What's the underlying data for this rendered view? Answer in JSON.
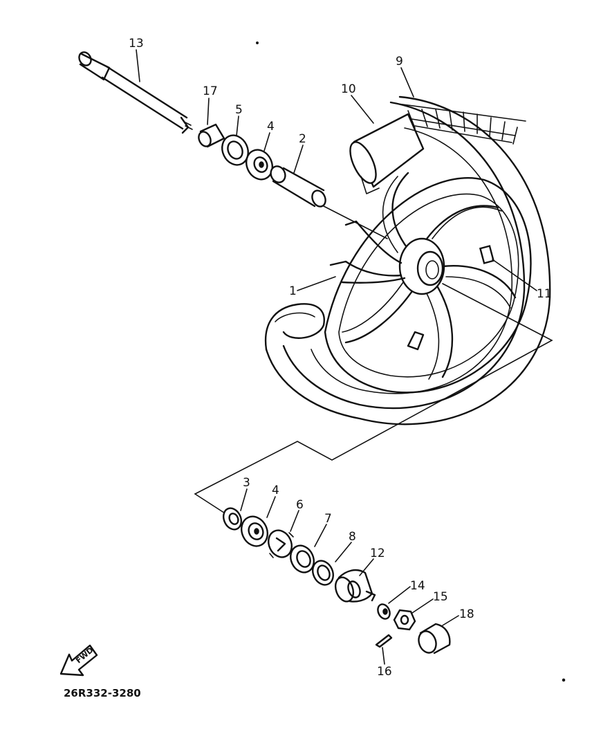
{
  "callouts": {
    "c1": "1",
    "c2": "2",
    "c3": "3",
    "c4a": "4",
    "c4b": "4",
    "c5": "5",
    "c6": "6",
    "c7": "7",
    "c8": "8",
    "c9": "9",
    "c10": "10",
    "c11": "11",
    "c12": "12",
    "c13": "13",
    "c14": "14",
    "c15": "15",
    "c16": "16",
    "c17": "17",
    "c18": "18"
  },
  "forward_label": "FWD",
  "part_code": "26R332-3280"
}
